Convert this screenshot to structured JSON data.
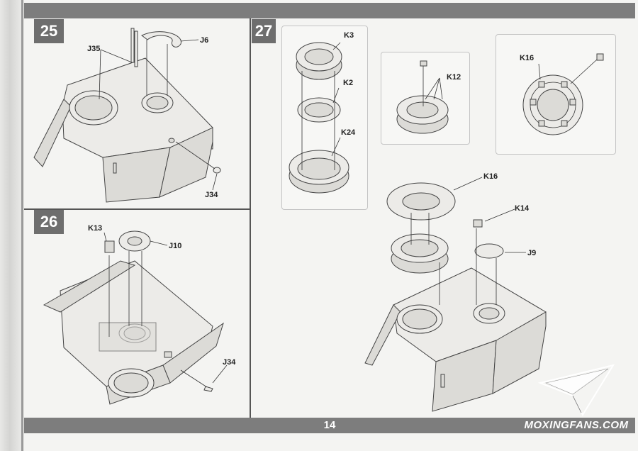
{
  "steps": {
    "s25": {
      "number": "25",
      "callouts": {
        "j35": "J35",
        "j6": "J6",
        "j34": "J34"
      }
    },
    "s26": {
      "number": "26",
      "callouts": {
        "k13": "K13",
        "j10": "J10",
        "j34": "J34"
      }
    },
    "s27": {
      "number": "27",
      "callouts": {
        "k3": "K3",
        "k2": "K2",
        "k24": "K24",
        "k12": "K12",
        "k16_inset": "K16",
        "k16": "K16",
        "k14": "K14",
        "j9": "J9"
      }
    }
  },
  "footer": {
    "page_number": "14",
    "watermark": "MOXINGFANS.COM"
  },
  "colors": {
    "bar": "#7d7d7d",
    "step_box": "#6e6e6e",
    "part_fill": "#ecebe8",
    "line": "#444444"
  }
}
